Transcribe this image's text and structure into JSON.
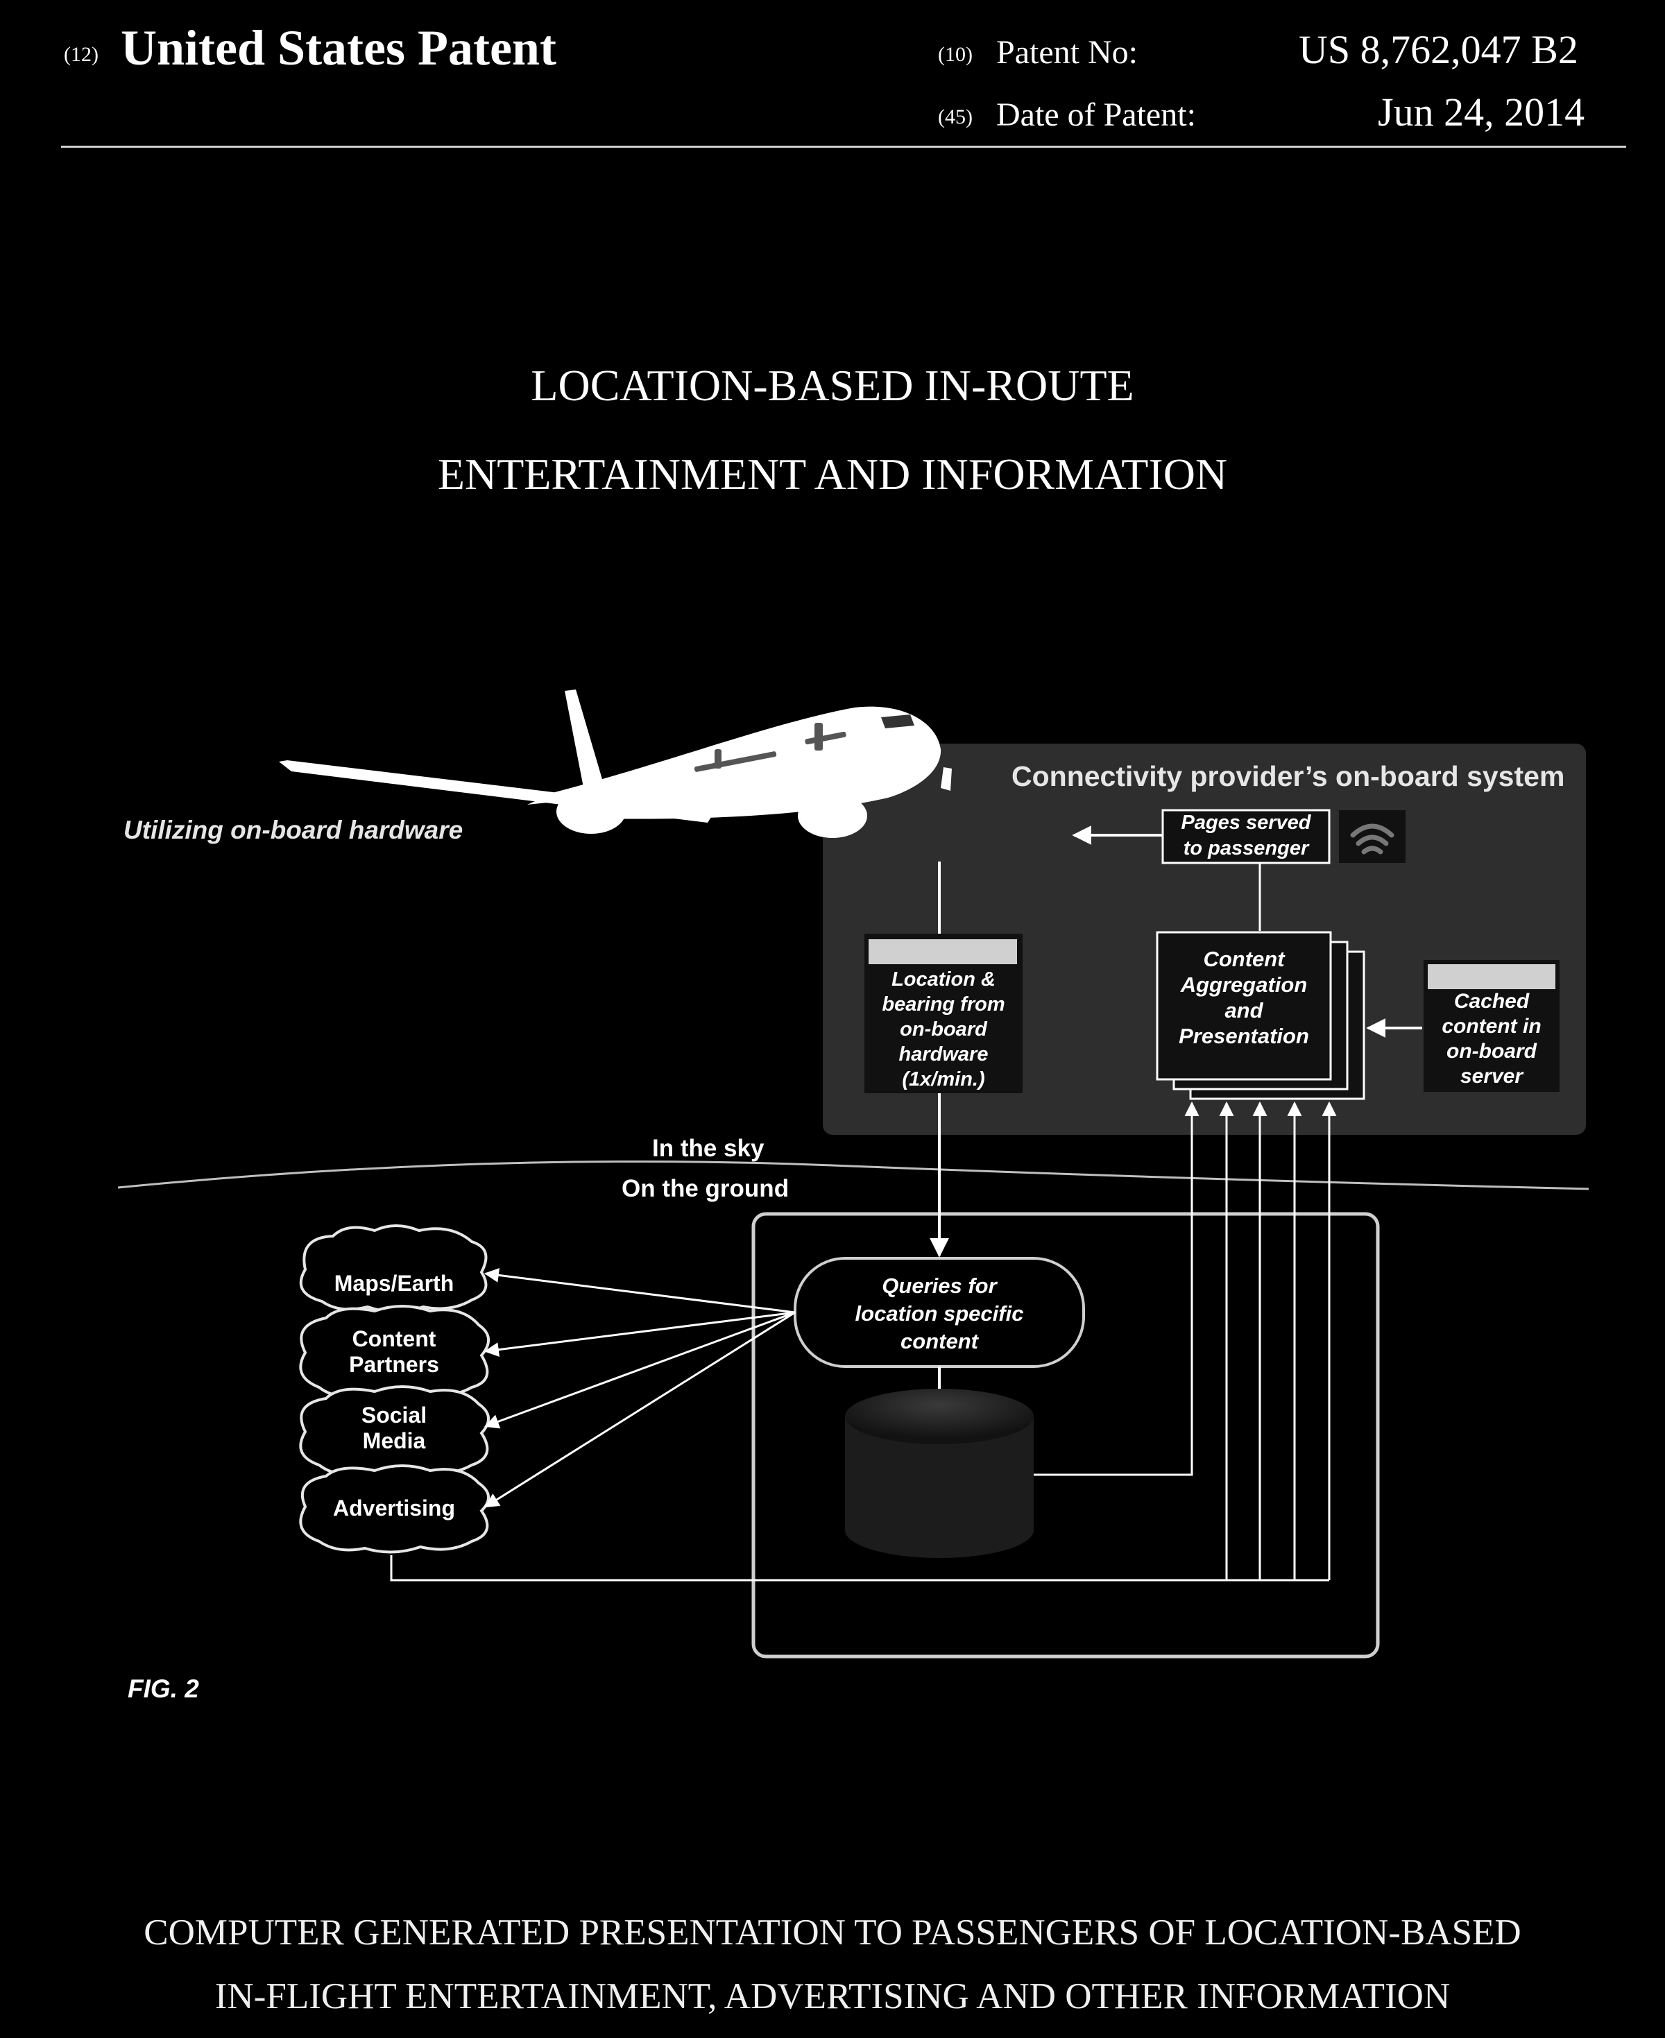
{
  "header": {
    "code_12": "(12)",
    "title": "United States Patent",
    "code_10": "(10)",
    "patent_no_label": "Patent No:",
    "patent_no": "US 8,762,047 B2",
    "code_45": "(45)",
    "date_label": "Date of Patent:",
    "date": "Jun 24, 2014"
  },
  "title": {
    "line1": "LOCATION-BASED IN-ROUTE",
    "line2": "ENTERTAINMENT AND INFORMATION"
  },
  "figure": {
    "airplane_caption": "Utilizing on-board hardware",
    "onboard_title": "Connectivity provider’s on-board system",
    "pages_served": [
      "Pages served",
      "to passenger"
    ],
    "location_box": [
      "Location &",
      "bearing from",
      "on-board",
      "hardware",
      "(1x/min.)"
    ],
    "aggregation_box": [
      "Content",
      "Aggregation",
      "and",
      "Presentation"
    ],
    "cached_box": [
      "Cached",
      "content in",
      "on-board",
      "server"
    ],
    "in_the_sky": "In the sky",
    "on_the_ground": "On the ground",
    "queries": [
      "Queries for",
      "location specific",
      "content"
    ],
    "clouds": [
      [
        "Maps/Earth"
      ],
      [
        "Content",
        "Partners"
      ],
      [
        "Social",
        "Media"
      ],
      [
        "Advertising"
      ]
    ],
    "fig_label": "FIG. 2",
    "wifi_icon": "wifi-icon"
  },
  "footer": {
    "line1": "COMPUTER GENERATED PRESENTATION TO PASSENGERS OF LOCATION-BASED",
    "line2": "IN-FLIGHT ENTERTAINMENT, ADVERTISING AND OTHER INFORMATION"
  }
}
